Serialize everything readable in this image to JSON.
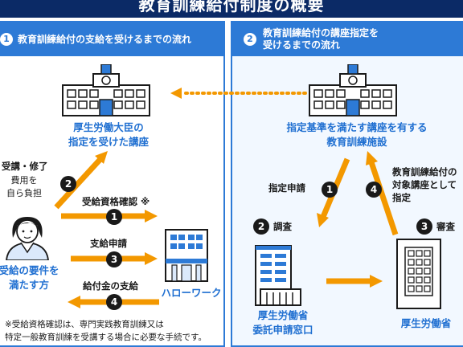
{
  "title": "教育訓練給付制度の概要",
  "left": {
    "num": "1",
    "heading": "教育訓練給付の支給を受けるまでの流れ",
    "course_caption": [
      "厚生労働大臣の",
      "指定を受けた講座"
    ],
    "study_label": "受講・修了",
    "cost_label": [
      "費用を",
      "自ら負担"
    ],
    "steps": [
      {
        "num": "1",
        "label": "受給資格確認 ※"
      },
      {
        "num": "2",
        "label": ""
      },
      {
        "num": "3",
        "label": "支給申請"
      },
      {
        "num": "4",
        "label": "給付金の支給"
      }
    ],
    "person_caption": [
      "受給の要件を",
      "満たす方"
    ],
    "hello_work": "ハローワーク",
    "note": [
      "※受給資格確認は、専門実践教育訓練又は",
      "特定一般教育訓練を受講する場合に必要な手続です。"
    ]
  },
  "right": {
    "num": "2",
    "heading": [
      "教育訓練給付の講座指定を",
      "受けるまでの流れ"
    ],
    "facility_caption": [
      "指定基準を満たす講座を有する",
      "教育訓練施設"
    ],
    "apply_label": "指定申請",
    "notify_label": [
      "教育訓練給付の",
      "対象講座として",
      "指定"
    ],
    "survey_label": "調査",
    "review_label": "審査",
    "office_caption": [
      "厚生労働省",
      "委託申請窓口"
    ],
    "ministry_caption": "厚生労働省",
    "nums": {
      "apply": "1",
      "survey": "2",
      "review": "3",
      "notify": "4"
    }
  },
  "colors": {
    "navy": "#0b2a66",
    "blue": "#2d7ad6",
    "orange": "#f39800",
    "ink": "#1a1a1a"
  }
}
